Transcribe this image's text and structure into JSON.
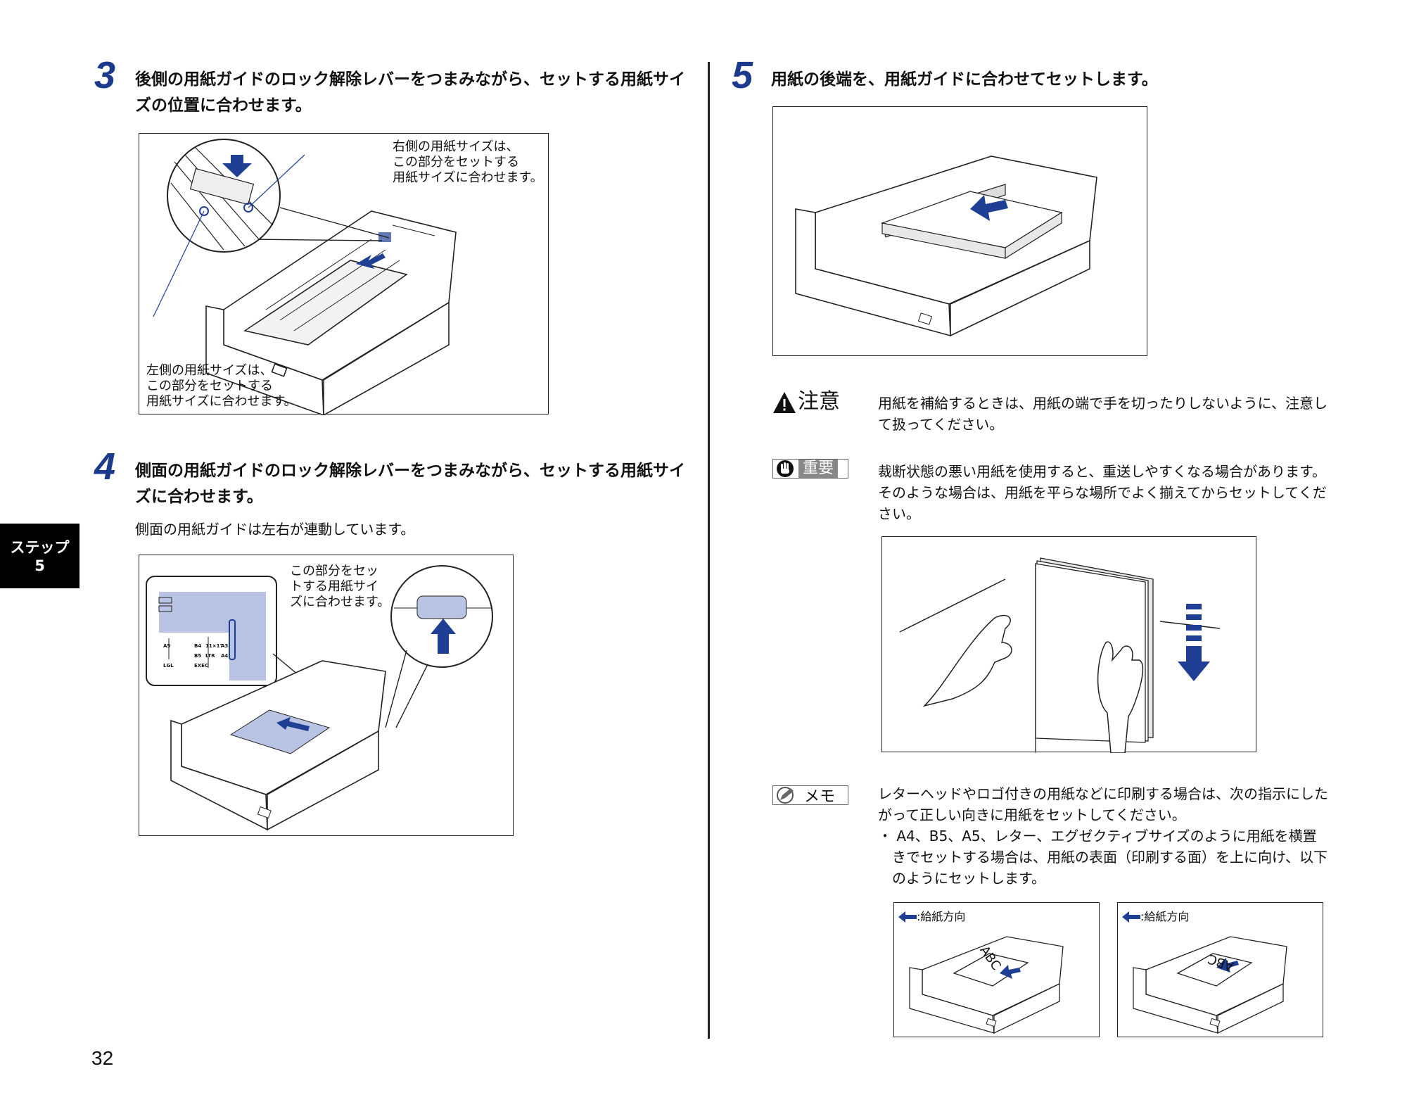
{
  "step3": {
    "number": "3",
    "heading_line1": "後側の用紙ガイドのロック解除レバーをつまみながら、セットする用紙サイ",
    "heading_line2": "ズの位置に合わせます。",
    "callout_right": "右側の用紙サイズは、\nこの部分をセットする\n用紙サイズに合わせます。",
    "callout_left": "左側の用紙サイズは、\nこの部分をセットする\n用紙サイズに合わせます。"
  },
  "step4": {
    "number": "4",
    "heading_line1": "側面の用紙ガイドのロック解除レバーをつまみながら、セットする用紙サイ",
    "heading_line2": "ズに合わせます。",
    "body": "側面の用紙ガイドは左右が連動しています。",
    "callout": "この部分をセッ\nトする用紙サイ\nズに合わせます。",
    "scale_labels": [
      "A5",
      "B4",
      "11×17",
      "A3",
      "B5",
      "LTR",
      "A4",
      "LGL",
      "EXEC"
    ]
  },
  "step5": {
    "number": "5",
    "heading": "用紙の後端を、用紙ガイドに合わせてセットします。"
  },
  "caution": {
    "label": "注意",
    "line1": "用紙を補給するときは、用紙の端で手を切ったりしないように、注意し",
    "line2": "て扱ってください。"
  },
  "important": {
    "label": "重要",
    "line1": "裁断状態の悪い用紙を使用すると、重送しやすくなる場合があります。",
    "line2": "そのような場合は、用紙を平らな場所でよく揃えてからセットしてくだ",
    "line3": "さい。"
  },
  "memo": {
    "label": "メモ",
    "line1": "レターヘッドやロゴ付きの用紙などに印刷する場合は、次の指示にした",
    "line2": "がって正しい向きに用紙をセットしてください。",
    "bullet_line1": "・ A4、B5、A5、レター、エグゼクティブサイズのように用紙を横置",
    "bullet_line2": "きでセットする場合は、用紙の表面（印刷する面）を上に向け、以下",
    "bullet_line3": "のようにセットします。"
  },
  "feed_label": ":給紙方向",
  "paper_text": "ABC",
  "side_tab": {
    "line1": "ステップ",
    "line2": "5"
  },
  "page_number": "32",
  "colors": {
    "accent": "#1b3a8c",
    "guide_fill": "#b9c3e4",
    "arrow": "#1e3f94"
  }
}
